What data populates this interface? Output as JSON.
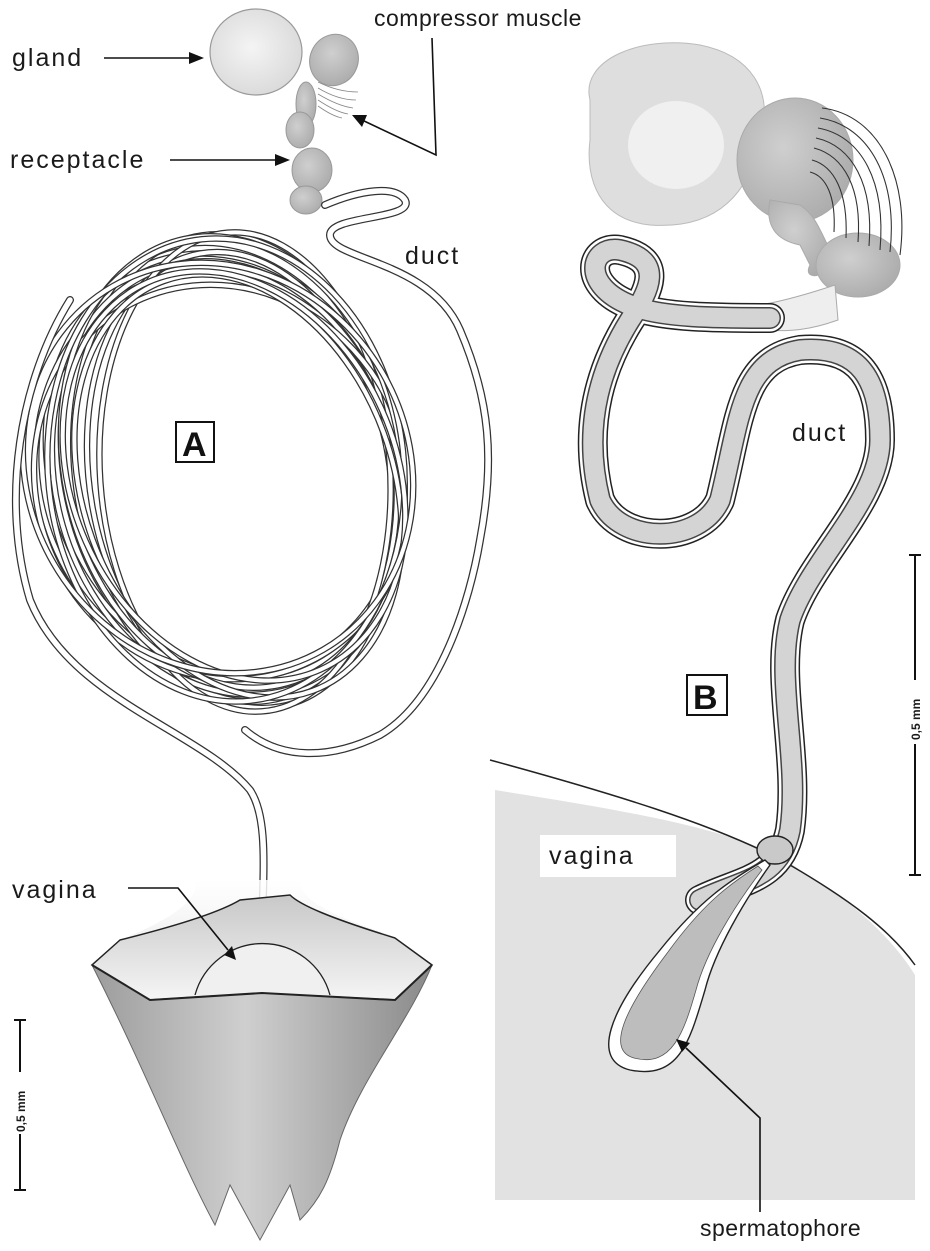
{
  "panel_a": {
    "label": "A",
    "gland": "gland",
    "compressor_muscle": "compressor muscle",
    "receptacle": "receptacle",
    "duct": "duct",
    "vagina": "vagina",
    "scale": "0,5 mm"
  },
  "panel_b": {
    "label": "B",
    "duct": "duct",
    "vagina": "vagina",
    "spermatophore": "spermatophore",
    "scale": "0,5 mm"
  },
  "colors": {
    "organ_fill": "#d6d6d6",
    "organ_dark": "#b8b8b8",
    "vagina_bg": "#e4e4e4",
    "outline": "#222222"
  }
}
